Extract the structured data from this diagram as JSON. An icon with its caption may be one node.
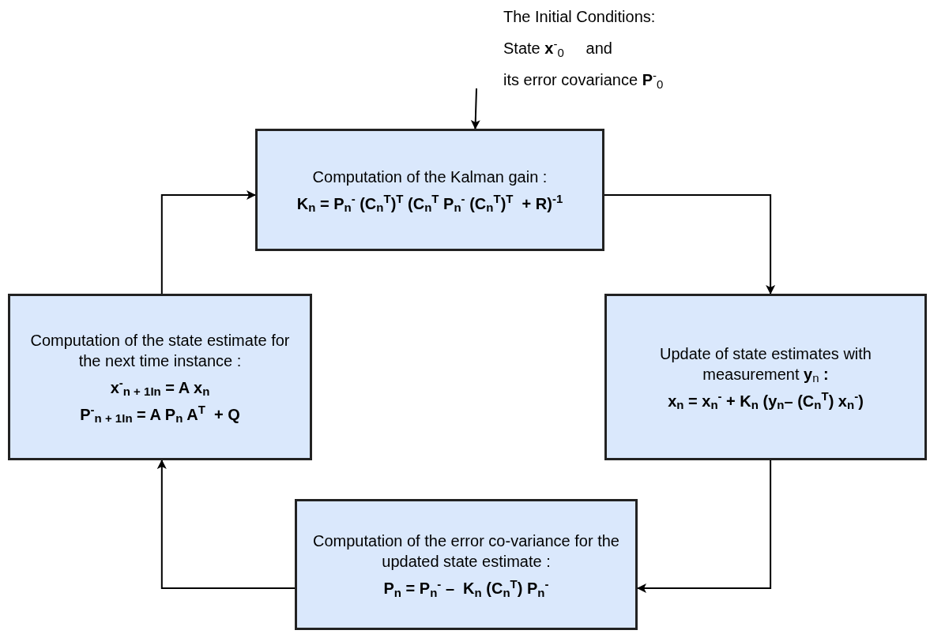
{
  "diagram": {
    "nodes": [
      {
        "text": [
          "The Initial Conditions:",
          "State **x**$^{-}$$_{0}$     and",
          "its error covariance **P**$^{-}$$_{0}$"
        ]
      },
      {
        "text": [
          "Computation of the Kalman gain :",
          "K$_{n}$ = P$_{n}$$^{-}$ (C$_{n}$$^{T}$)$^{T}$ (C$_{n}$$^{T}$ P$_{n}$$^{-}$ (C$_{n}$$^{T}$)$^{T}$  + R)$^{-1}$"
        ]
      },
      {
        "text": [
          "Update of state estimates with measurement **y**$_{n}$ **:**",
          "x$_{n}$ = x$_{n}$$^{-}$ + K$_{n}$ (y$_{n}$– (C$_{n}$$^{T}$) x$_{n}$$^{-}$)"
        ]
      },
      {
        "text": [
          "Computation of the error co-variance for the updated state estimate :",
          "P$_{n}$ = P$_{n}$$^{-}$ –  K$_{n}$ (C$_{n}$$^{T}$) P$_{n}$$^{-}$"
        ]
      },
      {
        "text": [
          "Computation of the state estimate for the next time instance :",
          "x$^{-}$$_{n + 1In}$ = A x$_{n}$",
          "P$^{-}$$_{n + 1In}$ = A P$_{n}$ A$^{T}$  + Q"
        ]
      }
    ],
    "edges": [
      {
        "from": 0,
        "to": 1,
        "arrow": "to"
      },
      {
        "from": 1,
        "to": 2,
        "arrow": "to"
      },
      {
        "from": 2,
        "to": 3,
        "arrow": "to"
      },
      {
        "from": 3,
        "to": 4,
        "arrow": "to"
      },
      {
        "from": 4,
        "to": 1,
        "arrow": "to"
      }
    ]
  }
}
